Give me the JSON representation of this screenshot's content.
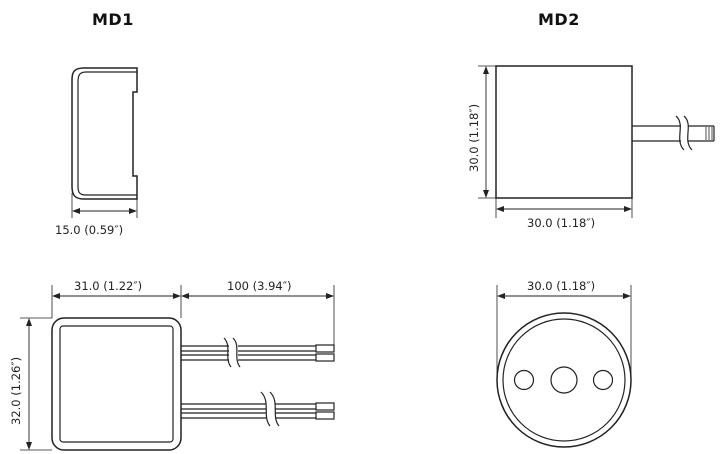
{
  "headings": {
    "md1": "MD1",
    "md2": "MD2"
  },
  "dimensions": {
    "md1_side_width": "15.0 (0.59″)",
    "md1_top_width": "31.0 (1.22″)",
    "md1_wire_length": "100 (3.94″)",
    "md1_height": "32.0 (1.26″)",
    "md2_side_height": "30.0 (1.18″)",
    "md2_side_width": "30.0 (1.18″)",
    "md2_bottom_diameter": "30.0 (1.18″)"
  },
  "colors": {
    "line": "#222222",
    "background": "#ffffff"
  }
}
